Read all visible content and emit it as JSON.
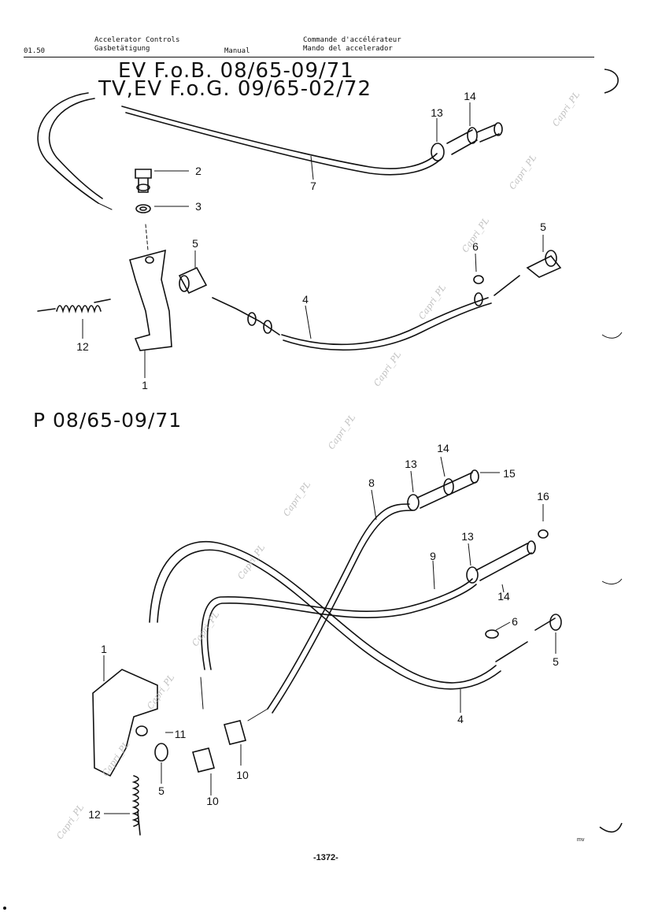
{
  "header": {
    "section": "01.50",
    "en": "Accelerator  Controls",
    "de": "Gasbetätigung",
    "manual": "Manual",
    "fr": "Commande  d'accélérateur",
    "es": "Mando  del  accelerador"
  },
  "titles": {
    "ev": "EV  F.o.B. 08/65-09/71",
    "tv": "TV,EV  F.o.G. 09/65-02/72",
    "p": "P  08/65-09/71"
  },
  "labels": {
    "top": [
      "14",
      "13",
      "7",
      "2",
      "3",
      "5",
      "6",
      "5",
      "4",
      "12",
      "1"
    ],
    "bottom": [
      "14",
      "13",
      "15",
      "8",
      "16",
      "13",
      "9",
      "14",
      "1",
      "6",
      "5",
      "4",
      "11",
      "5",
      "10",
      "10",
      "12"
    ]
  },
  "watermark": "Capri_PL",
  "footer": {
    "page_number": "-1372-",
    "mark": "mv"
  }
}
